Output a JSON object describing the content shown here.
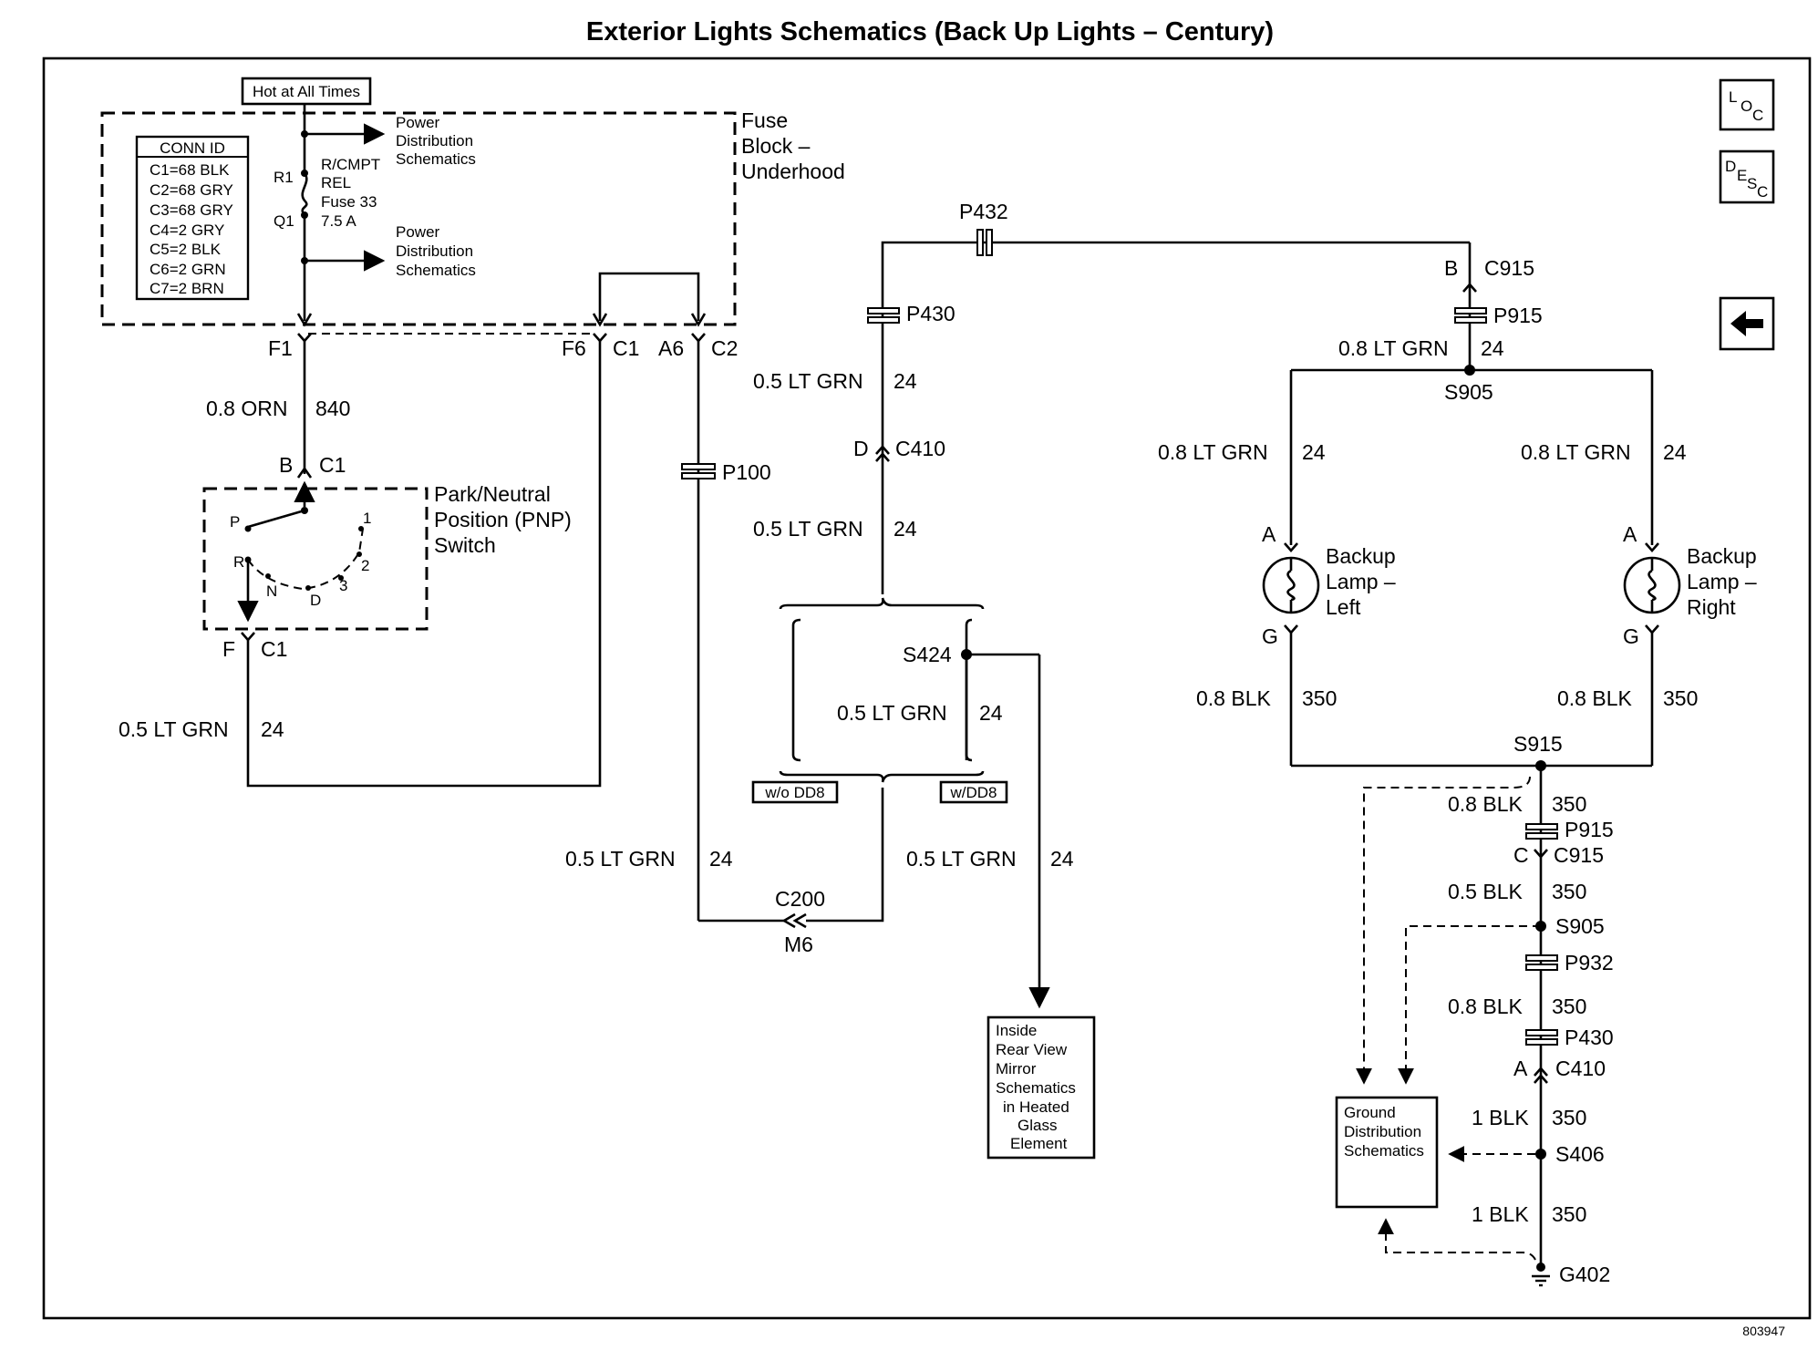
{
  "title": "Exterior Lights Schematics (Back Up Lights – Century)",
  "figure_number": "803947",
  "nav": {
    "loc": [
      "L",
      "O",
      "C"
    ],
    "desc": [
      "D",
      "E",
      "S",
      "C"
    ],
    "back_icon": "left-arrow-icon"
  },
  "hot_label": "Hot at All Times",
  "fuse_block": {
    "label": [
      "Fuse",
      "Block –",
      "Underhood"
    ]
  },
  "conn_id": {
    "header": "CONN ID",
    "rows": [
      "C1=68 BLK",
      "C2=68 GRY",
      "C3=68 GRY",
      "C4=2 GRY",
      "C5=2 BLK",
      "C6=2 GRN",
      "C7=2 BRN"
    ]
  },
  "fuse": {
    "r1": "R1",
    "q1": "Q1",
    "lines": [
      "R/CMPT",
      "REL",
      "Fuse 33",
      "7.5 A"
    ]
  },
  "power_dist": [
    "Power",
    "Distribution",
    "Schematics"
  ],
  "pins": {
    "f1": "F1",
    "f6": "F6",
    "c1": "C1",
    "a6": "A6",
    "c2": "C2"
  },
  "wire_labels": {
    "orn": "0.8 ORN",
    "orn_ckt": "840",
    "ltgrn05": "0.5 LT GRN",
    "ltgrn08": "0.8 LT GRN",
    "blk08": "0.8 BLK",
    "blk05": "0.5 BLK",
    "blk1": "1 BLK",
    "c24": "24",
    "c350": "350"
  },
  "pnp": {
    "label": [
      "Park/Neutral",
      "Position (PNP)",
      "Switch"
    ],
    "positions": [
      "P",
      "R",
      "N",
      "D",
      "3",
      "2",
      "1"
    ],
    "pin_b": "B",
    "pin_f": "F",
    "conn": "C1"
  },
  "connectors": {
    "p432": "P432",
    "p430": "P430",
    "p100": "P100",
    "p915": "P915",
    "p932": "P932",
    "c410": "C410",
    "c915": "C915",
    "c200": "C200",
    "m6": "M6",
    "d": "D",
    "b": "B",
    "c": "C",
    "a": "A"
  },
  "splices": {
    "s905": "S905",
    "s424": "S424",
    "s915": "S915",
    "s406": "S406",
    "g402": "G402"
  },
  "options": {
    "wo": "w/o DD8",
    "w": "w/DD8"
  },
  "mirror": [
    "Inside",
    "Rear View",
    "Mirror",
    "Schematics",
    "in Heated",
    "Glass",
    "Element"
  ],
  "lamps": {
    "left": [
      "Backup",
      "Lamp –",
      "Left"
    ],
    "right": [
      "Backup",
      "Lamp –",
      "Right"
    ],
    "pin_a": "A",
    "pin_g": "G"
  },
  "ground_dist": [
    "Ground",
    "Distribution",
    "Schematics"
  ]
}
